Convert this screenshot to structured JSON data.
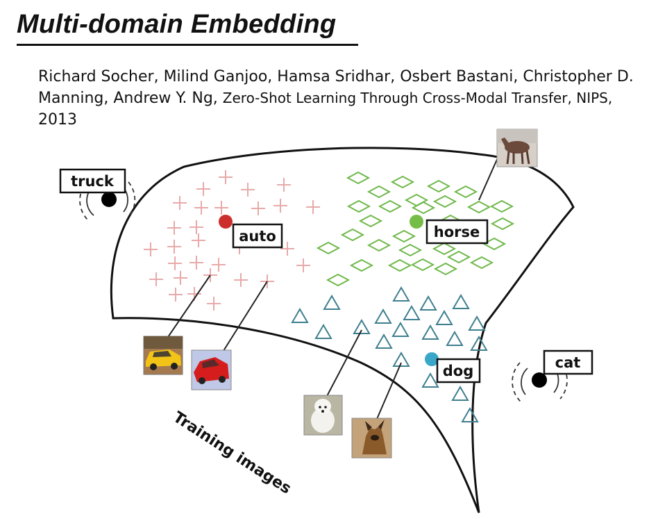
{
  "title": "Multi-domain Embedding",
  "citation": {
    "authors": "Richard Socher, Milind Ganjoo, Hamsa Sridhar, Osbert Bastani, Christopher D. Manning, Andrew Y. Ng,",
    "paper": "Zero-Shot Learning Through Cross-Modal Transfer, NIPS,",
    "year": "2013"
  },
  "diagram": {
    "labels": {
      "truck": "truck",
      "auto": "auto",
      "horse": "horse",
      "dog": "dog",
      "cat": "cat"
    },
    "caption": "Training images",
    "colors": {
      "auto_plus": "#e8a9a9",
      "auto_dot": "#cc2e2e",
      "horse_diamond": "#6fb84a",
      "horse_dot": "#76bd47",
      "dog_triangle": "#3e7f8e",
      "dog_dot": "#3aa7c9",
      "unseen_dot": "#000000"
    }
  }
}
